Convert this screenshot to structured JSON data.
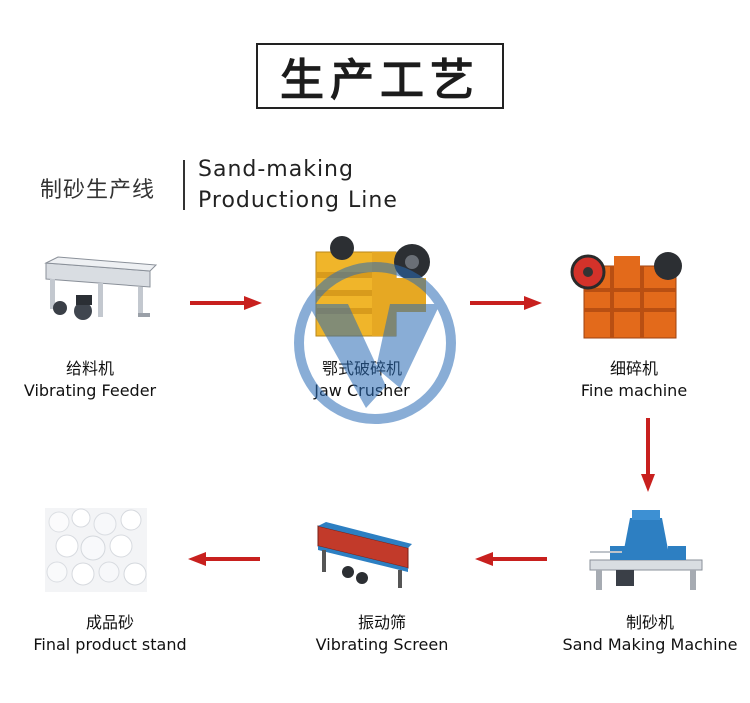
{
  "title": "生产工艺",
  "subtitle": {
    "cn": "制砂生产线",
    "en_line1": "Sand-making",
    "en_line2": "Productiong Line"
  },
  "steps": [
    {
      "cn": "给料机",
      "en": "Vibrating Feeder"
    },
    {
      "cn": "鄂式破碎机",
      "en": "Jaw Crusher"
    },
    {
      "cn": "细碎机",
      "en": "Fine machine"
    },
    {
      "cn": "制砂机",
      "en": "Sand Making Machine"
    },
    {
      "cn": "振动筛",
      "en": "Vibrating Screen"
    },
    {
      "cn": "成品砂",
      "en": "Final product stand"
    }
  ],
  "colors": {
    "arrow": "#c8201e",
    "machine_orange": "#e36a1b",
    "machine_yellow": "#f0b52a",
    "machine_blue": "#2d7fc2",
    "watermark_blue": "#2a6bb5"
  }
}
